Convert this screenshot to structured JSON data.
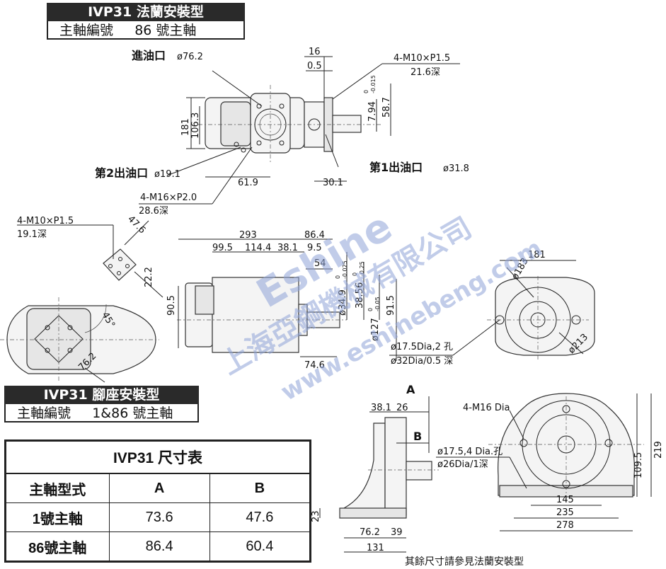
{
  "flange_section": {
    "title": "IVP31 法蘭安裝型",
    "subtitle": "主軸編號     86 號主軸"
  },
  "foot_section": {
    "title": "IVP31 腳座安裝型",
    "subtitle": "主軸編號     1&86 號主軸"
  },
  "flange_view": {
    "inlet_label": "進油口",
    "inlet_dia": "ø76.2",
    "outlet2_label": "第2出油口",
    "outlet2_dia": "ø19.1",
    "outlet1_label": "第1出油口",
    "outlet1_dia": "ø31.8",
    "thread_m10": "4-M10×P1.5",
    "thread_m10_depth": "21.6深",
    "thread_m16": "4-M16×P2.0",
    "thread_m16_depth": "28.6深",
    "d16": "16",
    "d05": "0.5",
    "d794": "7.94",
    "d794_tol_top": "0",
    "d794_tol_bot": "-0.015",
    "d587": "58.7",
    "d181": "181",
    "d1063": "106.3",
    "d619": "61.9",
    "d301": "30.1"
  },
  "side_view": {
    "thread": "4-M10×P1.5",
    "thread_depth": "19.1深",
    "d476": "47.6",
    "d222": "22.2",
    "d45": "45°",
    "d762": "76.2",
    "d293": "293",
    "d864": "86.4",
    "d995": "99.5",
    "d1144": "114.4",
    "d381": "38.1",
    "d95": "9.5",
    "d54": "54",
    "d905": "90.5",
    "d349": "ø34.9",
    "d349_tol_top": "0",
    "d349_tol_bot": "-0.025",
    "d3856": "38.56",
    "d3856_tol_top": "0",
    "d3856_tol_bot": "-0.25",
    "d127": "ø127",
    "d127_tol_top": "0",
    "d127_tol_bot": "-0.05",
    "d915": "91.5",
    "d746": "74.6"
  },
  "end_view": {
    "d181": "181",
    "d183": "ø183",
    "d213": "ø213",
    "hole_note1": "ø17.5Dia,2 孔",
    "hole_note2": "ø32Dia/0.5 深"
  },
  "foot_view": {
    "label_a": "A",
    "label_b": "B",
    "d381": "38.1",
    "d26": "26",
    "d23": "23",
    "d762": "76.2",
    "d39": "39",
    "d131": "131",
    "thread": "4-M16 Dia",
    "hole1": "ø17.5,4 Dia.孔",
    "hole2": "ø26Dia/1深",
    "d219": "219",
    "d1095": "109.5",
    "d145": "145",
    "d235": "235",
    "d278": "278",
    "note": "其餘尺寸請參見法蘭安裝型"
  },
  "spec_table": {
    "caption": "IVP31 尺寸表",
    "headers": [
      "主軸型式",
      "A",
      "B"
    ],
    "rows": [
      [
        "1號主軸",
        "73.6",
        "47.6"
      ],
      [
        "86號主軸",
        "86.4",
        "60.4"
      ]
    ]
  },
  "watermark": {
    "brand": "Eshine",
    "company": "上海亞鋼機械有限公司",
    "url": "www.eshinebeng.com"
  }
}
